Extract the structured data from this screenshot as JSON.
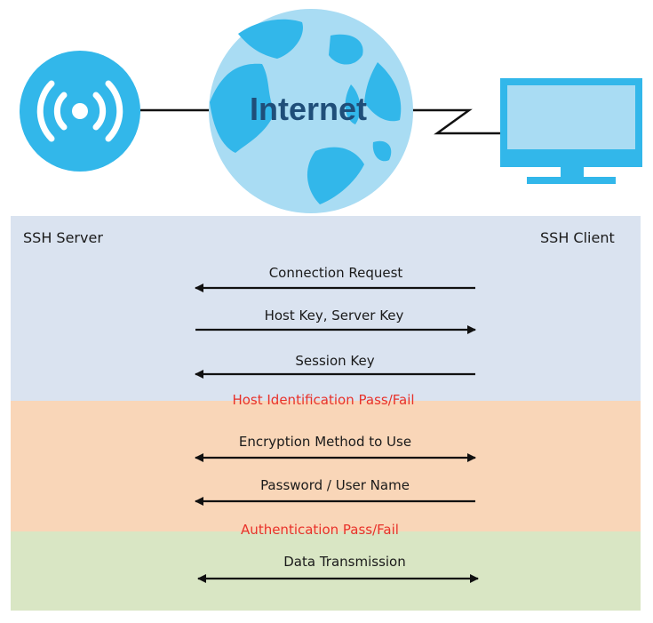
{
  "title": "",
  "colors": {
    "server_band": "#dae3f0",
    "encryption_band": "#f9d6b8",
    "data_band": "#d9e6c4",
    "status_text": "#e8322a",
    "globe_ocean": "#a9dcf3",
    "globe_land": "#32b7ea",
    "icon_blue": "#32b7ea"
  },
  "nodes": {
    "server_icon": "wireless-signal-icon",
    "internet_icon": "globe-icon",
    "internet_label": "Internet",
    "client_icon": "monitor-icon"
  },
  "endpoints": {
    "server": "SSH Server",
    "client": "SSH Client"
  },
  "messages": [
    {
      "label": "Connection Request",
      "direction": "client-to-server"
    },
    {
      "label": "Host Key, Server Key",
      "direction": "server-to-client"
    },
    {
      "label": "Session Key",
      "direction": "client-to-server"
    },
    {
      "label": "Encryption Method to Use",
      "direction": "bidirectional"
    },
    {
      "label": "Password / User Name",
      "direction": "client-to-server"
    },
    {
      "label": "Data Transmission",
      "direction": "bidirectional"
    }
  ],
  "status": {
    "host_identification": "Host Identification Pass/Fail",
    "authentication": "Authentication Pass/Fail"
  }
}
